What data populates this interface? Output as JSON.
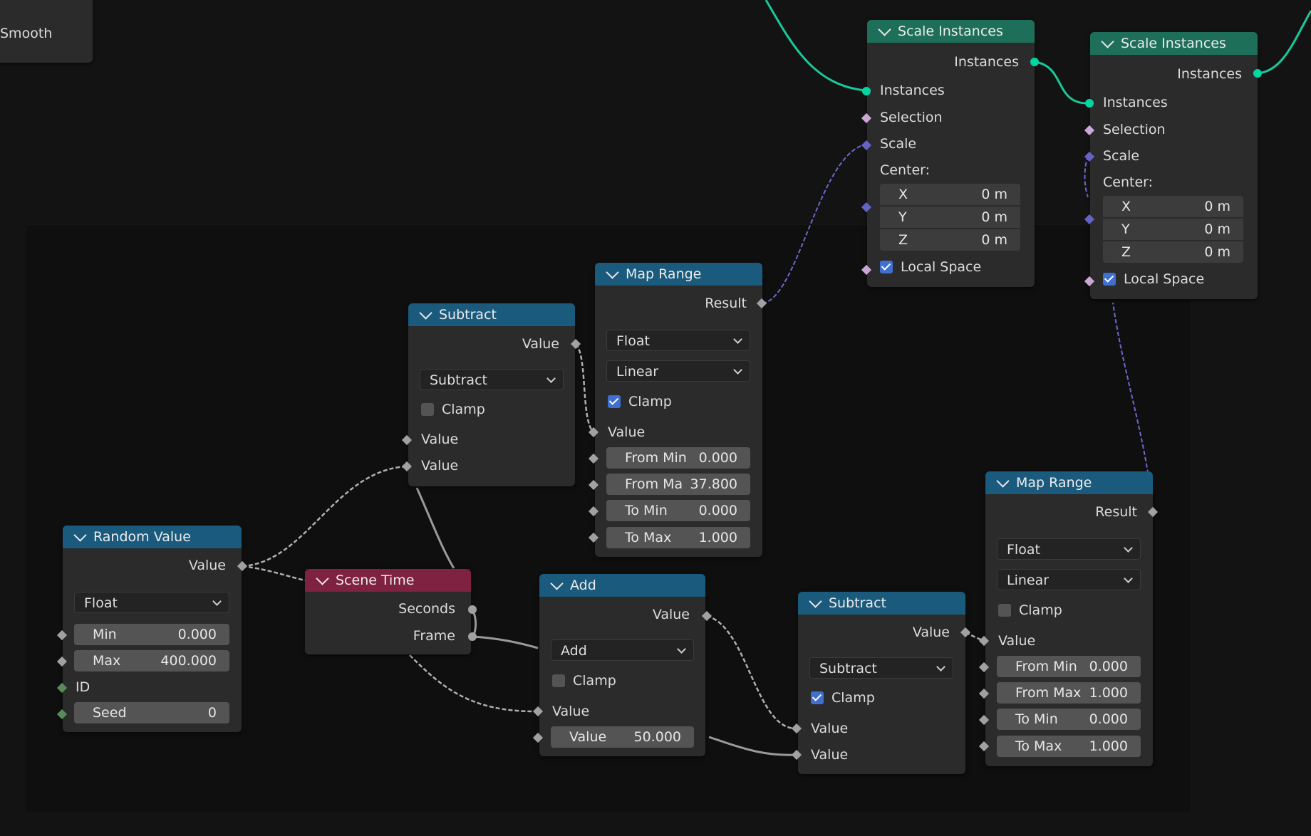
{
  "colors": {
    "header_blue": "#1a5a7d",
    "header_green": "#1e6f5a",
    "header_red": "#7f2140",
    "geometry_socket": "#00d6a3",
    "float_socket": "#a1a1a1",
    "vector_socket": "#6363c7",
    "boolean_socket": "#cca6d6",
    "int_socket": "#598c5c"
  },
  "partial_node": {
    "label": "Smooth"
  },
  "scale_instances_1": {
    "title": "Scale Instances",
    "output_instances": "Instances",
    "input_instances": "Instances",
    "selection": "Selection",
    "scale": "Scale",
    "center_label": "Center:",
    "x_label": "X",
    "x_value": "0 m",
    "y_label": "Y",
    "y_value": "0 m",
    "z_label": "Z",
    "z_value": "0 m",
    "local_space": "Local Space",
    "local_space_checked": true
  },
  "scale_instances_2": {
    "title": "Scale Instances",
    "output_instances": "Instances",
    "input_instances": "Instances",
    "selection": "Selection",
    "scale": "Scale",
    "center_label": "Center:",
    "x_label": "X",
    "x_value": "0 m",
    "y_label": "Y",
    "y_value": "0 m",
    "z_label": "Z",
    "z_value": "0 m",
    "local_space": "Local Space",
    "local_space_checked": true
  },
  "map_range_1": {
    "title": "Map Range",
    "result": "Result",
    "data_type": "Float",
    "interpolation": "Linear",
    "clamp": "Clamp",
    "clamp_checked": true,
    "value": "Value",
    "from_min_label": "From Min",
    "from_min_value": "0.000",
    "from_max_label": "From Ma",
    "from_max_value": "37.800",
    "to_min_label": "To Min",
    "to_min_value": "0.000",
    "to_max_label": "To Max",
    "to_max_value": "1.000"
  },
  "map_range_2": {
    "title": "Map Range",
    "result": "Result",
    "data_type": "Float",
    "interpolation": "Linear",
    "clamp": "Clamp",
    "clamp_checked": false,
    "value": "Value",
    "from_min_label": "From Min",
    "from_min_value": "0.000",
    "from_max_label": "From Max",
    "from_max_value": "1.000",
    "to_min_label": "To Min",
    "to_min_value": "0.000",
    "to_max_label": "To Max",
    "to_max_value": "1.000"
  },
  "subtract_1": {
    "title": "Subtract",
    "output_value": "Value",
    "operation": "Subtract",
    "clamp": "Clamp",
    "clamp_checked": false,
    "input_value_1": "Value",
    "input_value_2": "Value"
  },
  "subtract_2": {
    "title": "Subtract",
    "output_value": "Value",
    "operation": "Subtract",
    "clamp": "Clamp",
    "clamp_checked": true,
    "input_value_1": "Value",
    "input_value_2": "Value"
  },
  "random_value": {
    "title": "Random Value",
    "output_value": "Value",
    "data_type": "Float",
    "min_label": "Min",
    "min_value": "0.000",
    "max_label": "Max",
    "max_value": "400.000",
    "id_label": "ID",
    "seed_label": "Seed",
    "seed_value": "0"
  },
  "scene_time": {
    "title": "Scene Time",
    "seconds": "Seconds",
    "frame": "Frame"
  },
  "add_node": {
    "title": "Add",
    "output_value": "Value",
    "operation": "Add",
    "clamp": "Clamp",
    "clamp_checked": false,
    "input_value_1": "Value",
    "input_value_2_label": "Value",
    "input_value_2": "50.000"
  }
}
